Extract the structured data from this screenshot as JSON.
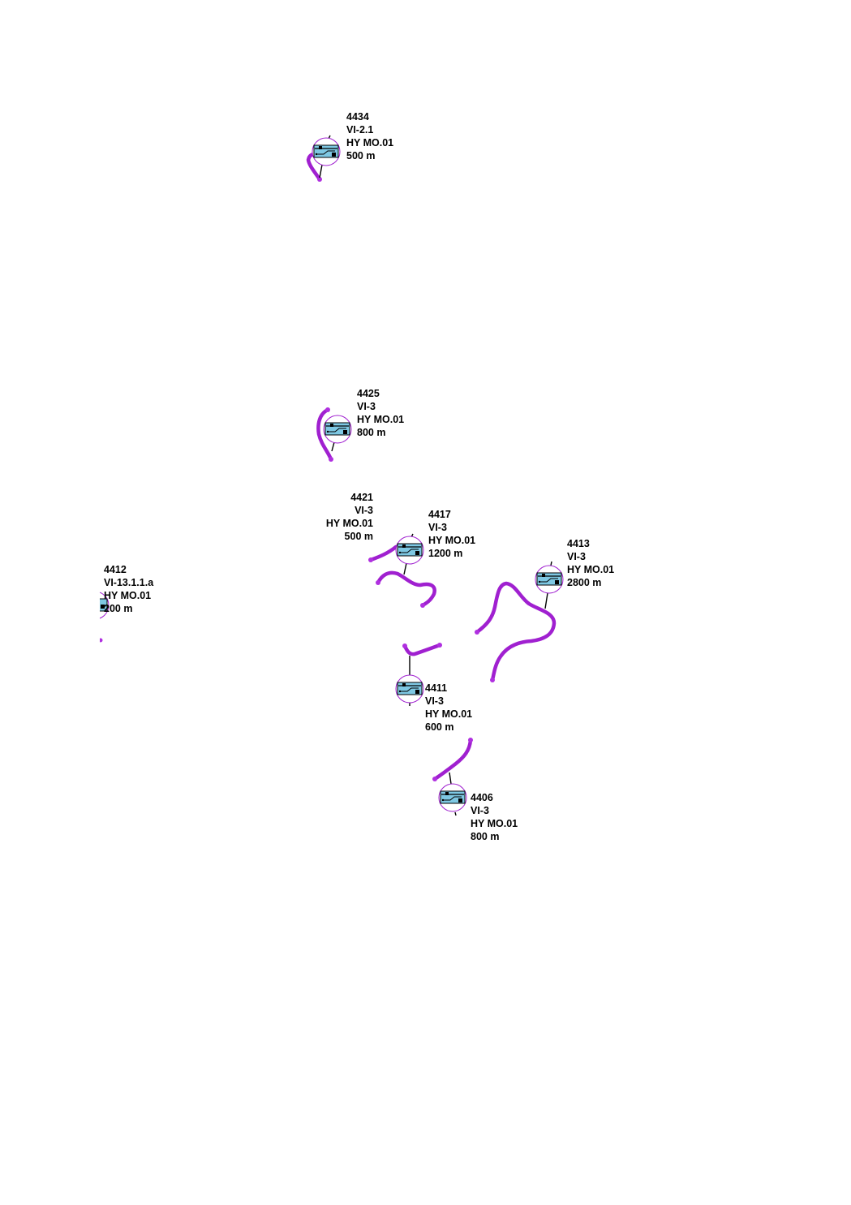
{
  "colors": {
    "route": "#a020d0",
    "symbol_fill": "#7ec8e3",
    "symbol_ring": "#a020d0"
  },
  "icons": {
    "station": "hydro-station-icon"
  },
  "stations": [
    {
      "id": "4434",
      "code": "VI-2.1",
      "type": "HY MO.01",
      "length": "500 m"
    },
    {
      "id": "4425",
      "code": "VI-3",
      "type": "HY MO.01",
      "length": "800 m"
    },
    {
      "id": "4421",
      "code": "VI-3",
      "type": "HY MO.01",
      "length": "500 m"
    },
    {
      "id": "4417",
      "code": "VI-3",
      "type": "HY MO.01",
      "length": "1200 m"
    },
    {
      "id": "4413",
      "code": "VI-3",
      "type": "HY MO.01",
      "length": "2800 m"
    },
    {
      "id": "4412",
      "code": "VI-13.1.1.a",
      "type": "HY MO.01",
      "length": "200 m"
    },
    {
      "id": "4411",
      "code": "VI-3",
      "type": "HY MO.01",
      "length": "600 m"
    },
    {
      "id": "4406",
      "code": "VI-3",
      "type": "HY MO.01",
      "length": "800 m"
    }
  ]
}
